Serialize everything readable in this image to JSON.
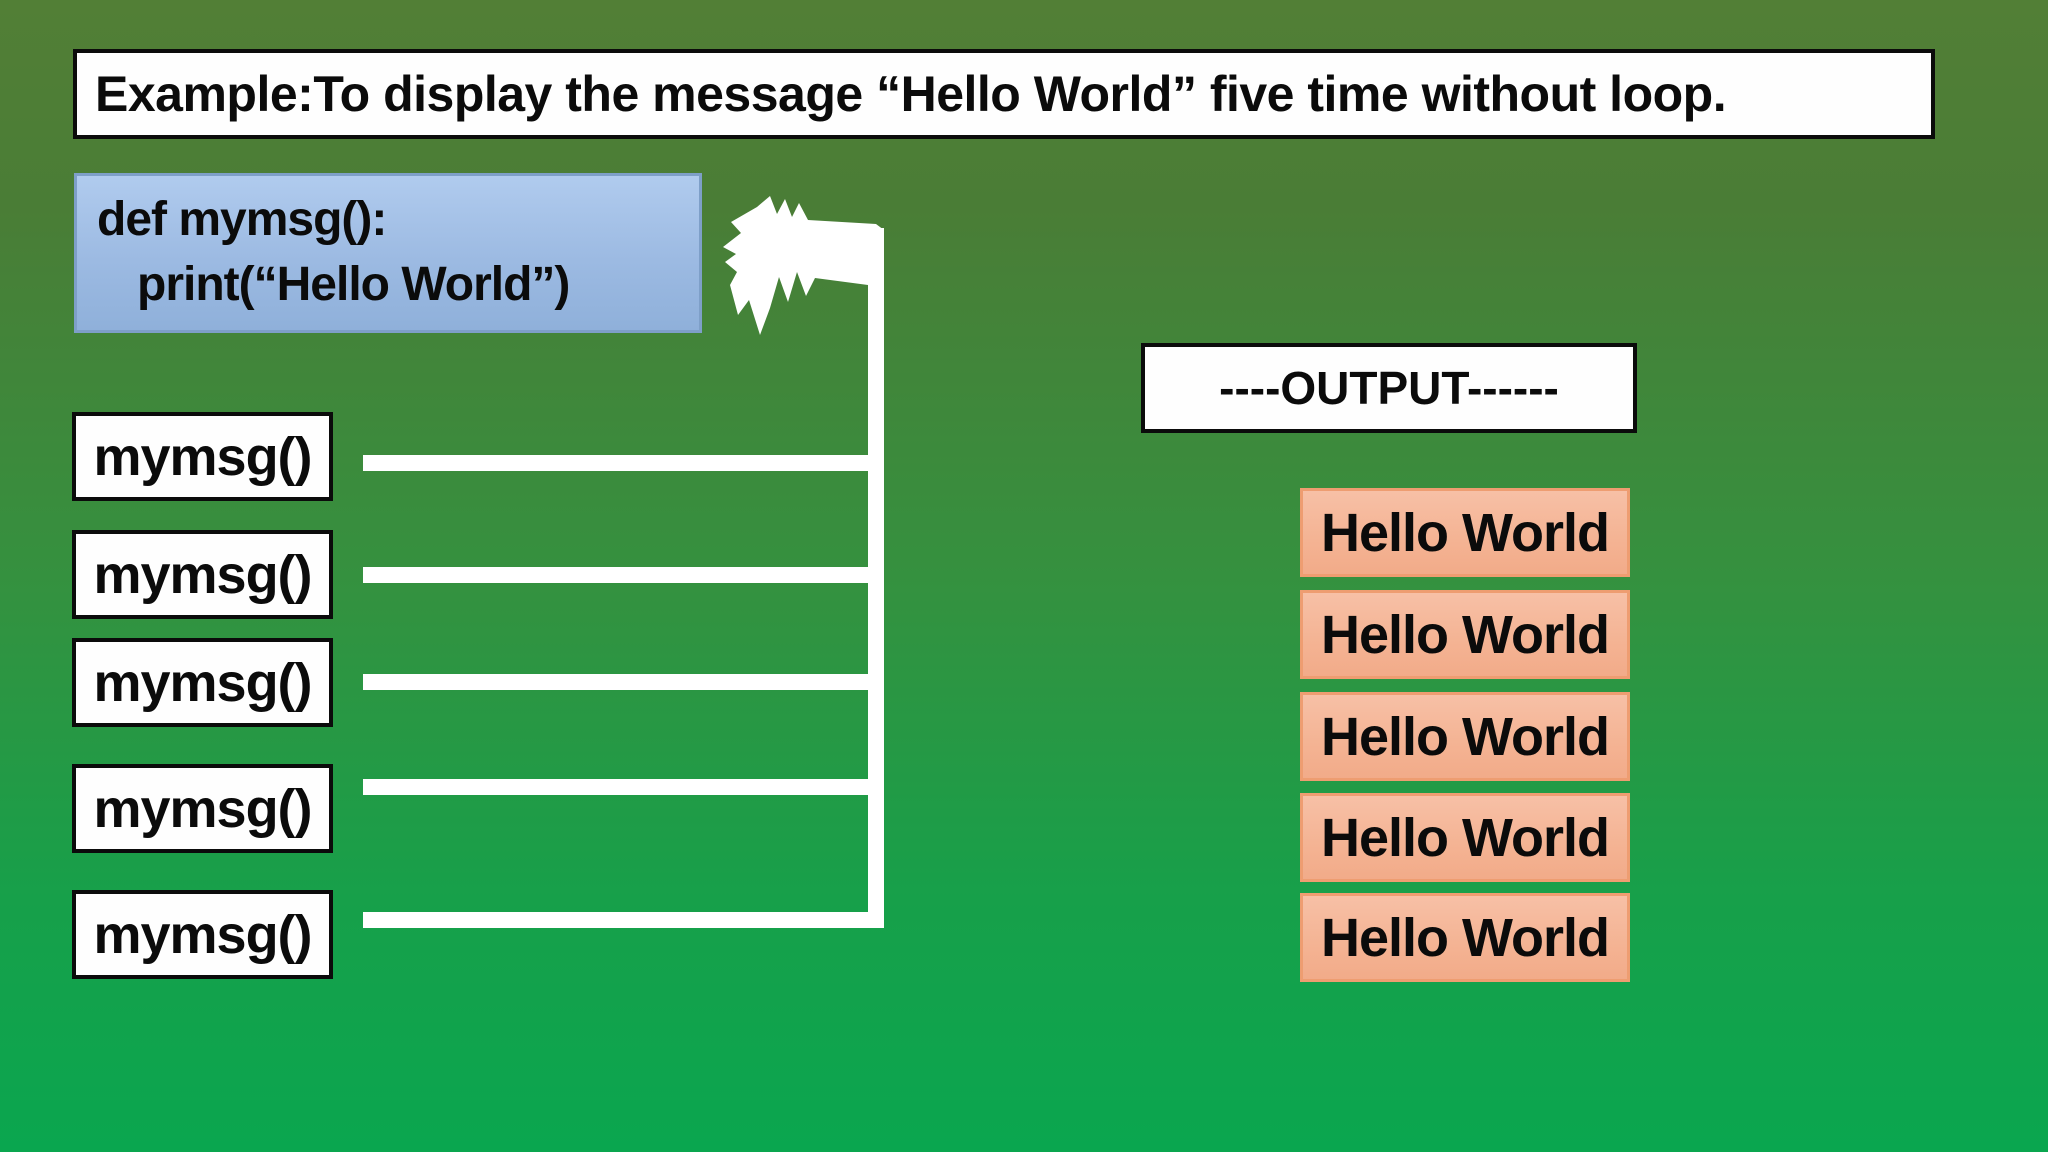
{
  "slide": {
    "title": "Example:To display the message “Hello World” five time without loop.",
    "code_box": {
      "line1": "def mymsg():",
      "line2": "print(“Hello World”)"
    },
    "calls": [
      "mymsg()",
      "mymsg()",
      "mymsg()",
      "mymsg()",
      "mymsg()"
    ],
    "output": {
      "header": "----OUTPUT------",
      "lines": [
        "Hello World",
        "Hello World",
        "Hello World",
        "Hello World",
        "Hello World"
      ]
    },
    "icons": {
      "arrow": "jagged-left-arrow-icon"
    },
    "colors": {
      "background_top": "#527f36",
      "background_bottom": "#0aa64f",
      "code_box_fill_top": "#b0cbee",
      "code_box_fill_bottom": "#8fb0da",
      "code_box_border": "#7e9fc8",
      "call_box_fill": "#fefefe",
      "box_border": "#0b0b0b",
      "output_box_fill_top": "#f7c0a6",
      "output_box_fill_bottom": "#f2ab89",
      "output_box_border": "#ee9d71",
      "connector": "#ffffff",
      "text": "#0b0b0b"
    }
  }
}
